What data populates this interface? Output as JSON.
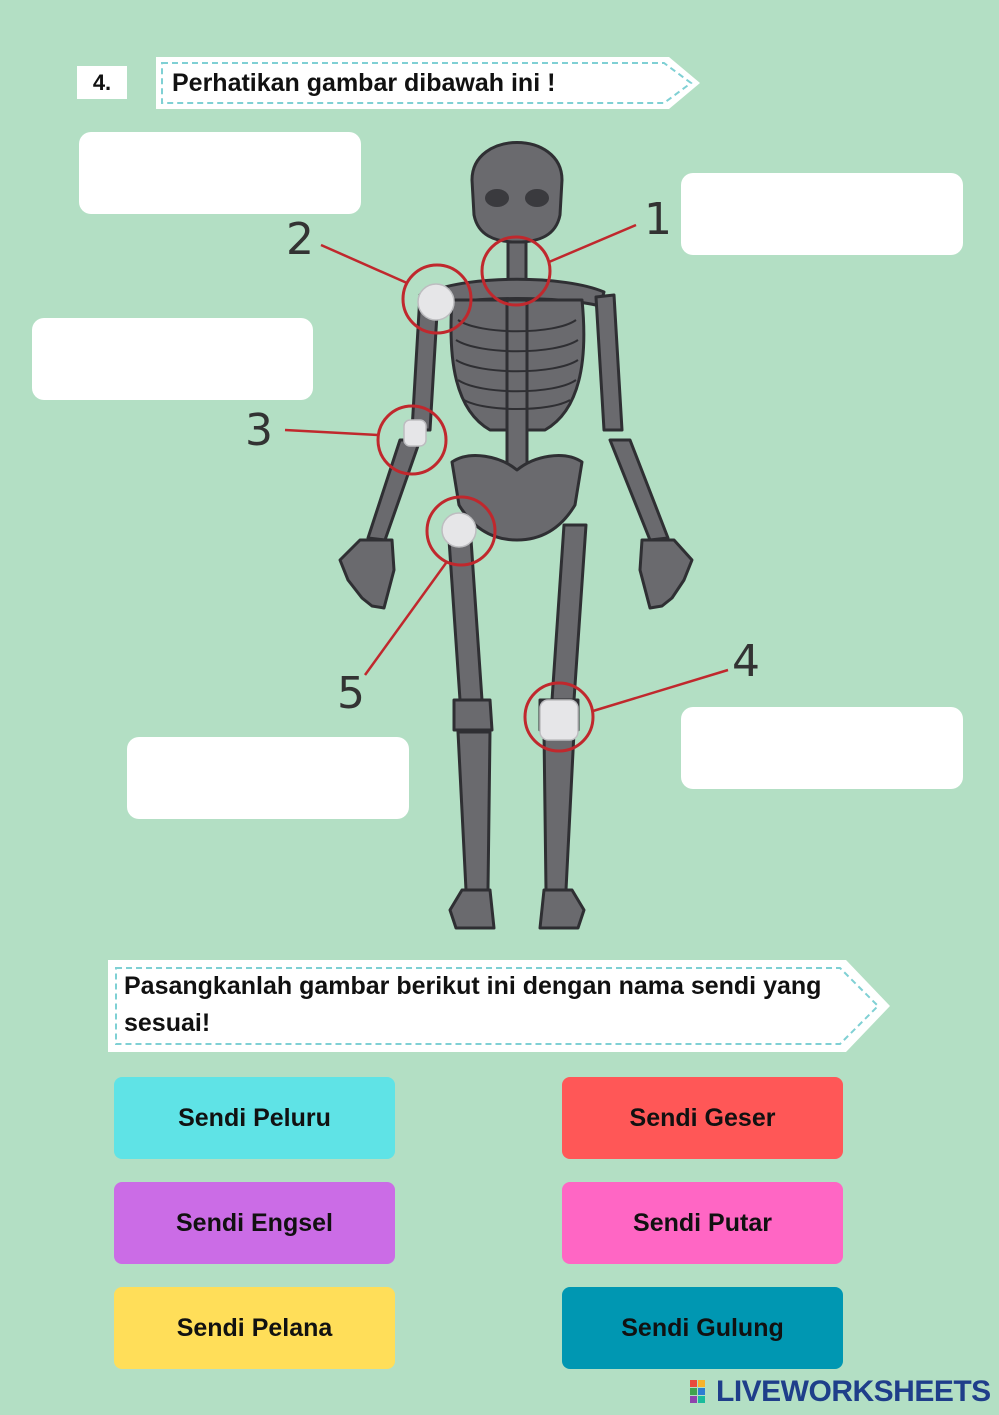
{
  "question_number": "4.",
  "instruction_top": "Perhatikan gambar dibawah ini !",
  "instruction_bottom": "Pasangkanlah gambar berikut ini dengan nama sendi yang sesuai!",
  "diagram_labels": [
    "1",
    "2",
    "3",
    "4",
    "5"
  ],
  "answer_boxes": [
    {
      "for": "2",
      "value": ""
    },
    {
      "for": "1",
      "value": ""
    },
    {
      "for": "3",
      "value": ""
    },
    {
      "for": "4",
      "value": ""
    },
    {
      "for": "5",
      "value": ""
    }
  ],
  "options": [
    {
      "label": "Sendi Peluru",
      "color": "#5fe3e6"
    },
    {
      "label": "Sendi Geser",
      "color": "#ff5757"
    },
    {
      "label": "Sendi Engsel",
      "color": "#cb6ce6"
    },
    {
      "label": "Sendi Putar",
      "color": "#ff66c4"
    },
    {
      "label": "Sendi Pelana",
      "color": "#ffde59"
    },
    {
      "label": "Sendi Gulung",
      "color": "#0097b2"
    }
  ],
  "brand": "LIVEWORKSHEETS",
  "colors": {
    "background": "#b3dfc4",
    "marker": "#c0282d",
    "bone": "#66676b",
    "brand": "#1f3e8a"
  }
}
